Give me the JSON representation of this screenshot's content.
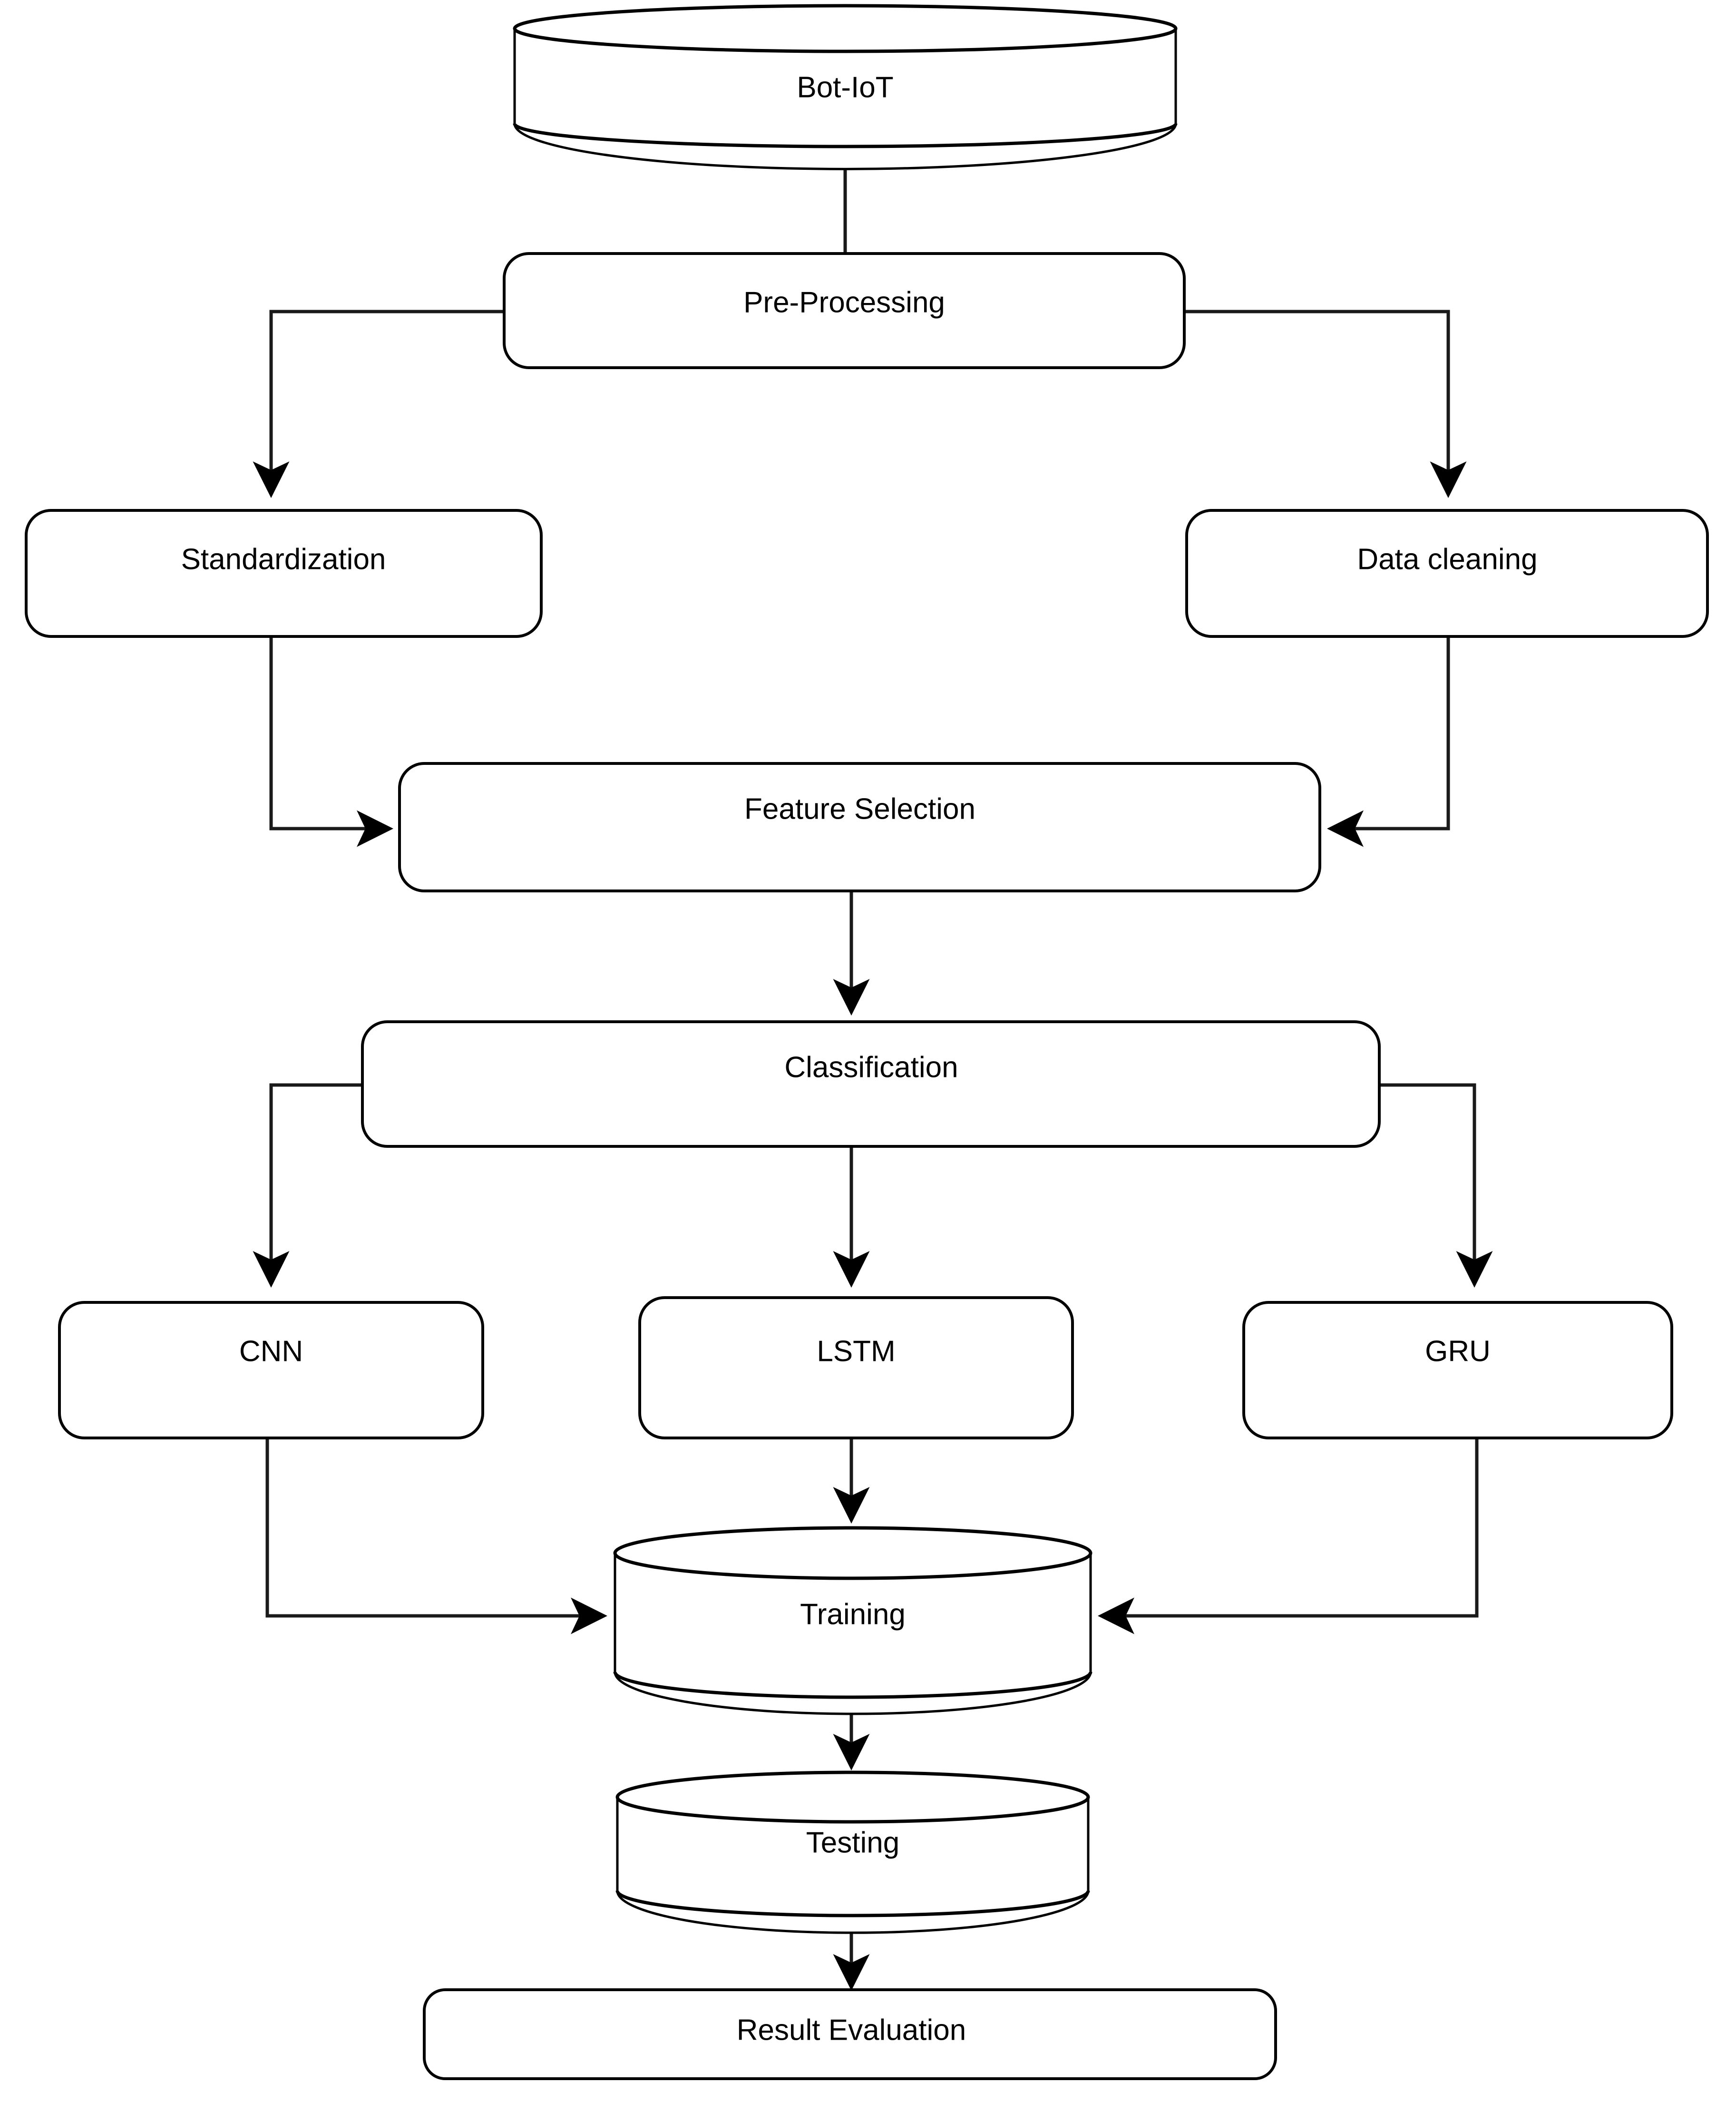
{
  "diagram": {
    "title": "Bot-IoT deep learning intrusion detection pipeline flowchart",
    "background_color": "#ffffff",
    "line_color": "#1a1a1a",
    "text_color": "#000000",
    "shape_fill": "#ffffff"
  },
  "nodes": {
    "dataset": {
      "label": "Bot-IoT",
      "shape": "cylinder"
    },
    "preprocessing": {
      "label": "Pre-Processing",
      "shape": "rounded-rect"
    },
    "standardization": {
      "label": "Standardization",
      "shape": "rounded-rect"
    },
    "data_cleaning": {
      "label": "Data cleaning",
      "shape": "rounded-rect"
    },
    "feature_selection": {
      "label": "Feature Selection",
      "shape": "rounded-rect"
    },
    "classification": {
      "label": "Classification",
      "shape": "rounded-rect"
    },
    "cnn": {
      "label": "CNN",
      "shape": "rounded-rect"
    },
    "lstm": {
      "label": "LSTM",
      "shape": "rounded-rect"
    },
    "gru": {
      "label": "GRU",
      "shape": "rounded-rect"
    },
    "training": {
      "label": "Training",
      "shape": "cylinder"
    },
    "testing": {
      "label": "Testing",
      "shape": "cylinder"
    },
    "result_evaluation": {
      "label": "Result Evaluation",
      "shape": "rounded-rect"
    }
  },
  "edges": [
    {
      "from": "Bot-IoT",
      "to": "Pre-Processing",
      "arrow": false
    },
    {
      "from": "Pre-Processing",
      "to": "Standardization",
      "arrow": true
    },
    {
      "from": "Pre-Processing",
      "to": "Data cleaning",
      "arrow": true
    },
    {
      "from": "Standardization",
      "to": "Feature Selection",
      "arrow": true
    },
    {
      "from": "Data cleaning",
      "to": "Feature Selection",
      "arrow": true
    },
    {
      "from": "Feature Selection",
      "to": "Classification",
      "arrow": true
    },
    {
      "from": "Classification",
      "to": "CNN",
      "arrow": true
    },
    {
      "from": "Classification",
      "to": "LSTM",
      "arrow": true
    },
    {
      "from": "Classification",
      "to": "GRU",
      "arrow": true
    },
    {
      "from": "CNN",
      "to": "Training",
      "arrow": true
    },
    {
      "from": "LSTM",
      "to": "Training",
      "arrow": true
    },
    {
      "from": "GRU",
      "to": "Training",
      "arrow": true
    },
    {
      "from": "Training",
      "to": "Testing",
      "arrow": true
    },
    {
      "from": "Testing",
      "to": "Result Evaluation",
      "arrow": true
    }
  ]
}
